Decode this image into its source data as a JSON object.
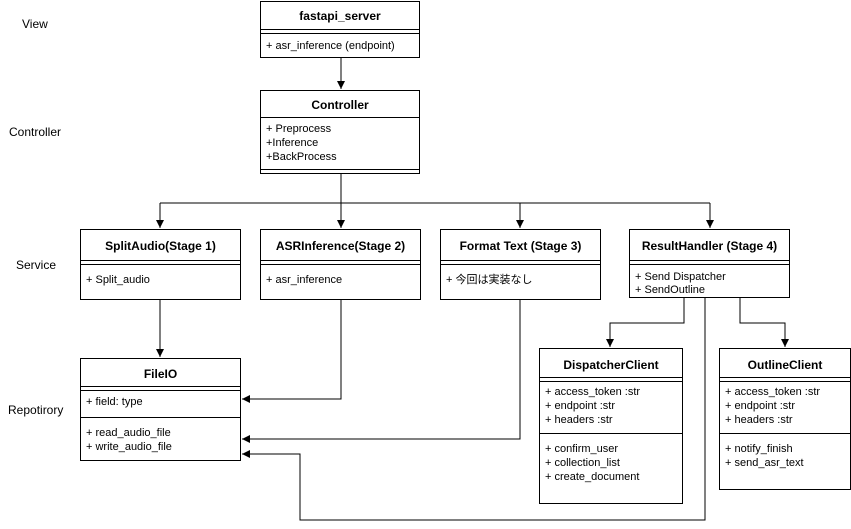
{
  "layers": [
    "View",
    "Controller",
    "Service",
    "Repotirory"
  ],
  "boxes": {
    "fastapi_server": {
      "title": "fastapi_server",
      "methods": [
        "+ asr_inference (endpoint)"
      ]
    },
    "controller": {
      "title": "Controller",
      "methods": [
        "+ Preprocess",
        "+Inference",
        "+BackProcess"
      ]
    },
    "split_audio": {
      "title": "SplitAudio(Stage 1)",
      "methods": [
        "+ Split_audio"
      ]
    },
    "asr_inference": {
      "title": "ASRInference(Stage 2)",
      "methods": [
        "+ asr_inference"
      ]
    },
    "format_text": {
      "title": "Format Text (Stage 3)",
      "methods": [
        "+ 今回は実装なし"
      ]
    },
    "result_handler": {
      "title": "ResultHandler (Stage 4)",
      "methods": [
        "+ Send Dispatcher",
        "+ SendOutline"
      ]
    },
    "fileio": {
      "title": "FileIO",
      "fields": [
        "+ field: type"
      ],
      "methods": [
        "+ read_audio_file",
        "+ write_audio_file"
      ]
    },
    "dispatcher_client": {
      "title": "DispatcherClient",
      "fields": [
        "+ access_token :str",
        "+ endpoint :str",
        "+ headers :str"
      ],
      "methods": [
        "+ confirm_user",
        "+ collection_list",
        "+ create_document"
      ]
    },
    "outline_client": {
      "title": "OutlineClient",
      "fields": [
        "+ access_token :str",
        "+ endpoint :str",
        "+ headers :str"
      ],
      "methods": [
        "+ notify_finish",
        "+ send_asr_text"
      ]
    }
  },
  "colors": {
    "stroke": "#000000",
    "background": "#ffffff"
  }
}
